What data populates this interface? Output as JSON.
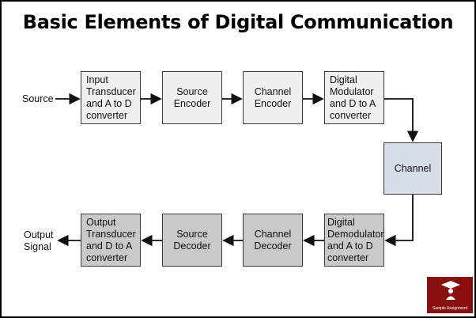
{
  "title": "Basic Elements of Digital Communication",
  "labels": {
    "source": "Source",
    "output": "Output\nSignal"
  },
  "top_row": [
    "Input\nTransducer\nand A to D\nconverter",
    "Source\nEncoder",
    "Channel\nEncoder",
    "Digital\nModulator\nand D to A\nconverter"
  ],
  "channel": "Channel",
  "bottom_row": [
    "Output\nTransducer\nand D to A\nconverter",
    "Source\nDecoder",
    "Channel\nDecoder",
    "Digital\nDemodulator\nand A to D\nconverter"
  ],
  "logo": {
    "text": "Sample Assignment"
  },
  "colors": {
    "top_row_fill": "#efefef",
    "bottom_row_fill": "#c9c9c9",
    "channel_fill": "#d6dde6",
    "logo_bg": "#8a1010"
  }
}
